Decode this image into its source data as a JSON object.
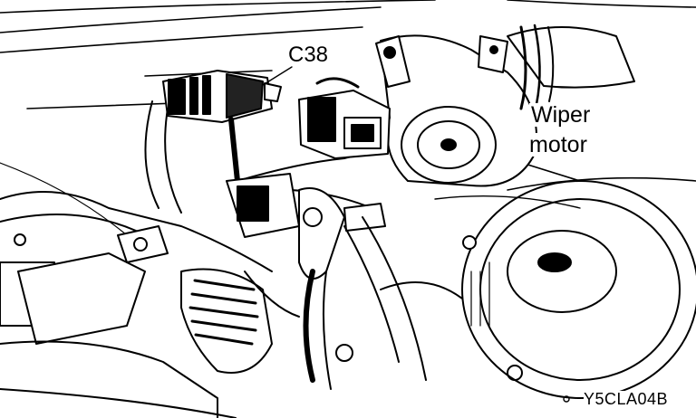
{
  "labels": {
    "connector": "C38",
    "component_line1": "Wiper",
    "component_line2": "motor",
    "figure_code": "Y5CLA04B"
  }
}
